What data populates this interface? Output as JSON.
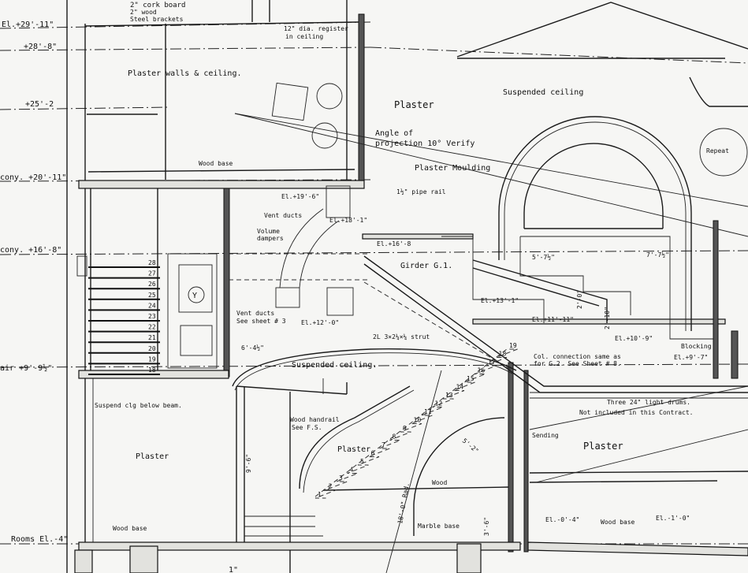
{
  "elevations": {
    "el_29_11": "El.+29'-11\"",
    "el_28_8": "+28'-8\"",
    "el_25_2": "+25'-2",
    "el_20_11": "cony. +20'-11\"",
    "el_16_8": "cony. +16'-8\"",
    "el_9_9": "air +9'-9½\"",
    "rooms": "Rooms El.-4\""
  },
  "notes": {
    "corkboard": "2\" cork board",
    "wood2": "2\" wood",
    "steel_brackets": "Steel brackets",
    "register": "12\" dia. register",
    "register2": "in ceiling",
    "plaster_walls": "Plaster walls & ceiling.",
    "wood_base_top": "Wood base",
    "plaster_top": "Plaster",
    "suspended_top": "Suspended ceiling",
    "angle1": "Angle of",
    "angle2": "projection 10° Verify",
    "plaster_moulding": "Plaster Moulding",
    "repeat": "Repeat",
    "pipe_rail": "1½\" pipe rail",
    "el_19_6": "El.+19'-6\"",
    "el_18_1": "El.+18'-1\"",
    "vent_ducts": "Vent ducts",
    "volume1": "Volume",
    "volume2": "dampers",
    "el_16_8b": "El.+16'-8",
    "girder": "Girder G.1.",
    "dim_5_7": "5'-7½\"",
    "dim_7_7": "7'-7½\"",
    "el_13_1": "El.+13'-1\"",
    "el_11_11": "El.+11'-11\"",
    "el_10_9": "El.+10'-9\"",
    "el_9_7": "El.+9'-7\"",
    "blocking": "Blocking",
    "dim_2_0": "2'-0\"",
    "dim_2_10": "2'-10\"",
    "vent_ducts2": "Vent ducts",
    "see_sheet3": "See sheet # 3",
    "el_12_0": "El.+12'-0\"",
    "strut": "2L 3×2¼×¼ strut",
    "dim_6_4": "6'-4½\"",
    "suspended_mid": "Suspended ceiling.",
    "col1": "Col. connection same as",
    "col2": "for G.2. See Sheet # 8.",
    "suspend_clg": "Suspend clg below beam.",
    "light1": "Three 24\" light drums.",
    "light2": "Not included in this Contract.",
    "plaster_left": "Plaster",
    "wood_handrail1": "Wood handrail",
    "wood_handrail2": "See F.S.",
    "plaster_stair": "Plaster",
    "dim_9_6": "9'-6\"",
    "dim_5_2": "5'-2\"",
    "rad": "18'-0\" Rad.",
    "wood": "Wood",
    "dim_3_6": "3'-6\"",
    "marble": "Marble base",
    "wood_base_left": "Wood base",
    "el_0_4": "El.-0'-4\"",
    "wood_base_right": "Wood base",
    "el_1_0": "El.-1'-0\"",
    "plaster_right": "Plaster",
    "sending": "Sending",
    "door_mark": "Y",
    "dim_1": "1\""
  },
  "upper_stair_numbers": [
    "28",
    "27",
    "26",
    "25",
    "24",
    "23",
    "22",
    "21",
    "20",
    "19",
    "18"
  ],
  "lower_stair_numbers": [
    "19",
    "18",
    "17",
    "16",
    "15",
    "14",
    "13",
    "12",
    "11",
    "10",
    "9",
    "8",
    "7",
    "6",
    "5",
    "4",
    "3",
    "2",
    "1"
  ]
}
